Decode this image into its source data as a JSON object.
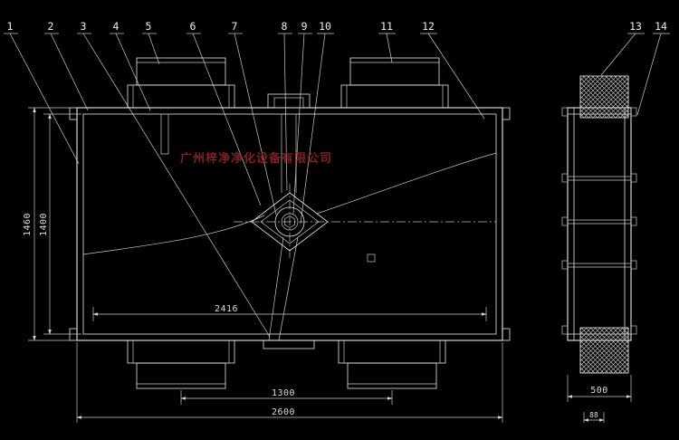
{
  "drawing": {
    "watermark": "广州梓净净化设备有限公司",
    "callouts": [
      "1",
      "2",
      "3",
      "4",
      "5",
      "6",
      "7",
      "8",
      "9",
      "10",
      "11",
      "12",
      "13",
      "14"
    ],
    "dimensions": {
      "overall_height": "1460",
      "inner_height": "1400",
      "inner_width": "2416",
      "bottom_duct_spacing": "1300",
      "overall_width": "2600",
      "side_depth": "500",
      "side_detail": "88"
    }
  }
}
